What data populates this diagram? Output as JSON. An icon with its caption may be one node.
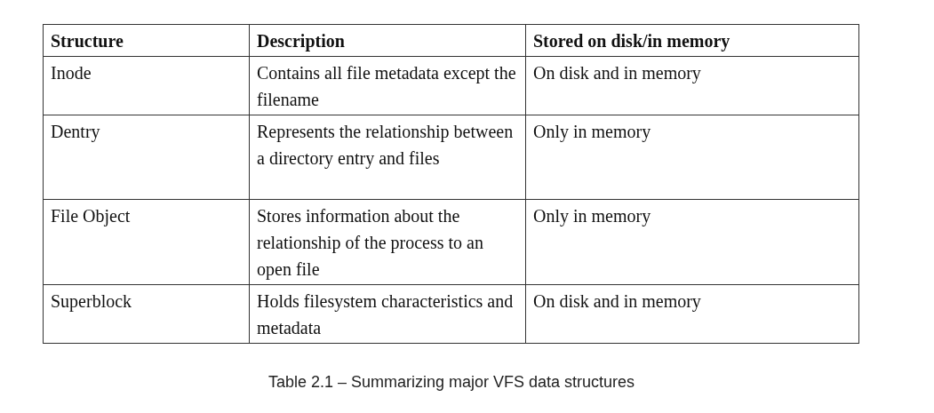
{
  "diagram": {
    "caption": "Table 2.1 – Summarizing major VFS data structures",
    "labels": [
      "Structure",
      "Description",
      "Stored on disk/in memory",
      "Inode",
      "Contains all file metadata except the filename",
      "On disk and in memory",
      "Dentry",
      "Represents the relationship between a directory entry and files",
      "Only in memory",
      "File Object",
      "Stores information about the relationship of the process to an open file",
      "Only in memory",
      "Superblock",
      "Holds filesystem characteristics and metadata",
      "On disk and in memory"
    ]
  }
}
